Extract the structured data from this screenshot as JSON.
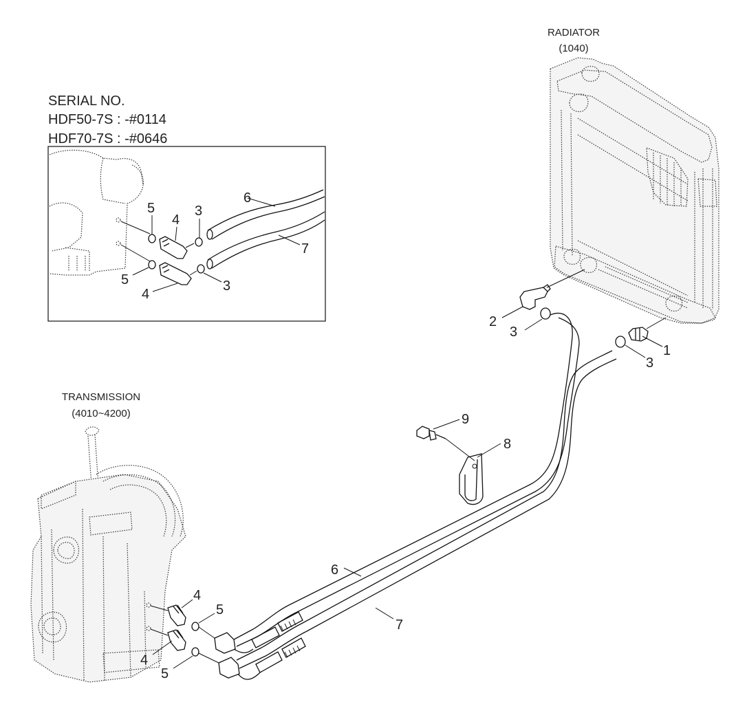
{
  "serial": {
    "title": "SERIAL NO.",
    "line1": "HDF50-7S : -#0114",
    "line2": "HDF70-7S : -#0646"
  },
  "radiator": {
    "name": "RADIATOR",
    "ref": "(1040)"
  },
  "transmission": {
    "name": "TRANSMISSION",
    "ref": "(4010~4200)"
  },
  "callouts": {
    "inset": {
      "p6": "6",
      "p7": "7",
      "p5_top": "5",
      "p4_top": "4",
      "p3_top": "3",
      "p5_bot": "5",
      "p4_bot": "4",
      "p3_bot": "3"
    },
    "main": {
      "p1": "1",
      "p2": "2",
      "p3_a": "3",
      "p3_b": "3",
      "p9": "9",
      "p8": "8",
      "p6": "6",
      "p7": "7",
      "p4_top": "4",
      "p5_top": "5",
      "p4_bot": "4",
      "p5_bot": "5"
    }
  }
}
